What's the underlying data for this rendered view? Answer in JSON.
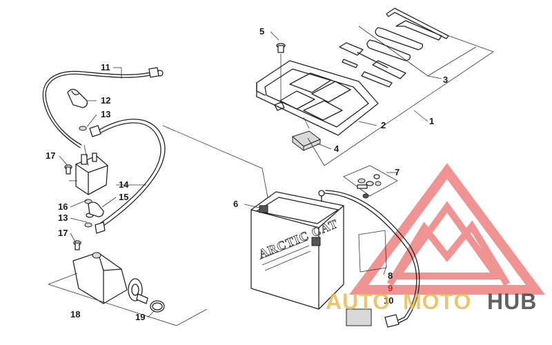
{
  "callouts": {
    "c1": "1",
    "c2": "2",
    "c3": "3",
    "c4": "4",
    "c5": "5",
    "c6": "6",
    "c7": "7",
    "c8": "8",
    "c9": "9",
    "c10": "10",
    "c11": "11",
    "c12": "12",
    "c13a": "13",
    "c13b": "13",
    "c14": "14",
    "c15": "15",
    "c16": "16",
    "c17a": "17",
    "c17b": "17",
    "c18": "18",
    "c19": "19"
  },
  "battery": {
    "brand": "ARCTIC CAT"
  },
  "watermark": {
    "part1": "AUTO",
    "part2": "MOTO",
    "part3": "HUB",
    "colors": {
      "accent": "#e8b84a",
      "brand_red": "#e23b3b",
      "dark": "#3a3a3a"
    }
  }
}
